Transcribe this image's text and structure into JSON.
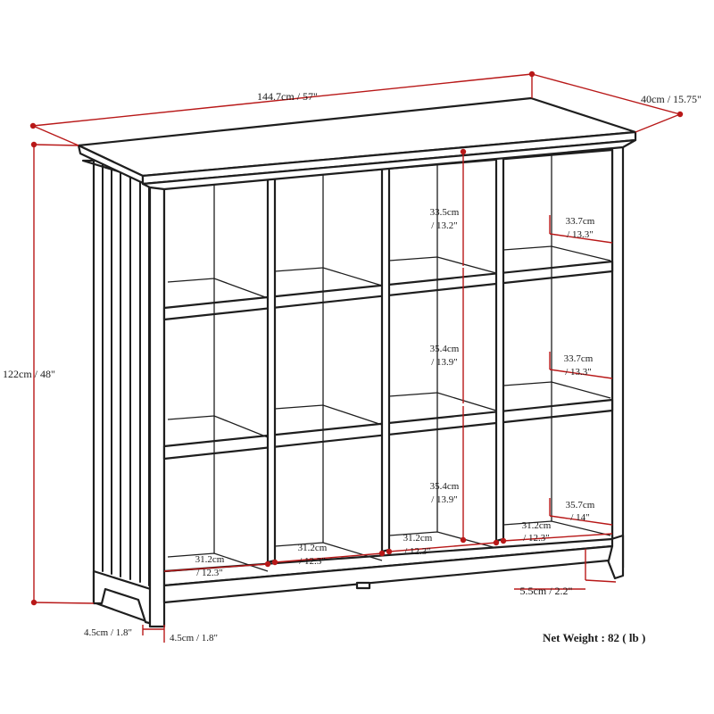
{
  "colors": {
    "dimension": "#b81818",
    "outline": "#1e1e1e"
  },
  "labels": {
    "width": "144.7cm / 57\"",
    "depth": "40cm / 15.75\"",
    "height": "122cm / 48\"",
    "cube_height_top": [
      "33.5cm",
      "/ 13.2\""
    ],
    "cube_height_mid": [
      "35.4cm",
      "/ 13.9\""
    ],
    "cube_height_bot": [
      "35.4cm",
      "/ 13.9\""
    ],
    "depth_top": [
      "33.7cm",
      "/ 13.3\""
    ],
    "depth_mid": [
      "33.7cm",
      "/ 13.3\""
    ],
    "depth_bot": [
      "35.7cm",
      "/ 14\""
    ],
    "cube_width_1": [
      "31.2cm",
      "/ 12.3\""
    ],
    "cube_width_2": [
      "31.2cm",
      "/ 12.3\""
    ],
    "cube_width_3": [
      "31.2cm",
      "/ 12.3\""
    ],
    "cube_width_4": [
      "31.2cm",
      "/ 12.3\""
    ],
    "leg_clearance": "5.5cm / 2.2\"",
    "leg_left": "4.5cm / 1.8\"",
    "leg_right": "4.5cm / 1.8\"",
    "net_weight": "Net Weight : 82 ( lb )"
  }
}
